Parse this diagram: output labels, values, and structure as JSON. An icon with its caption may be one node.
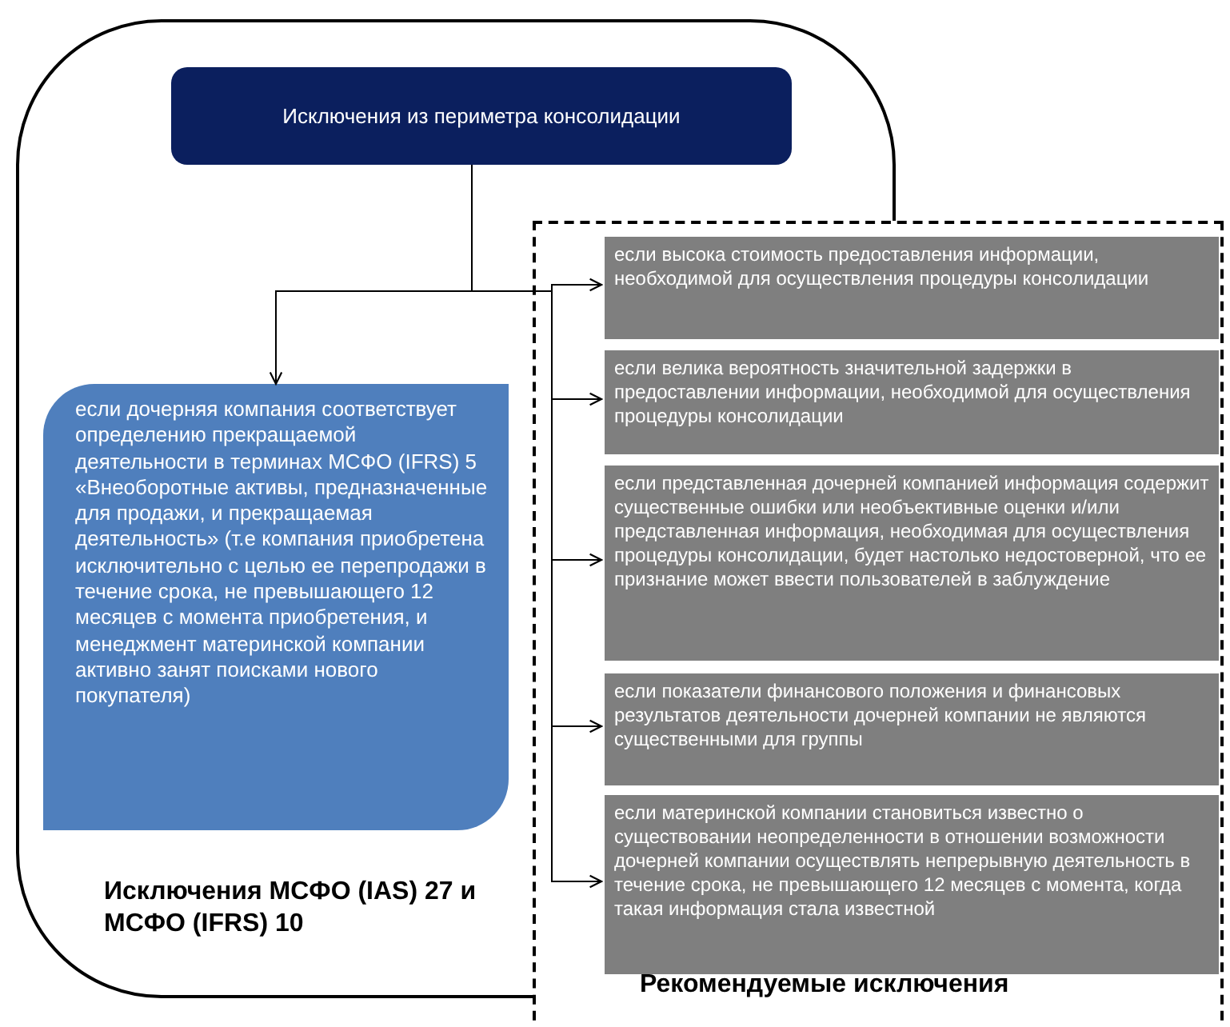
{
  "diagram": {
    "nodes": [
      {
        "text": [
          "Исключения МСФО (IAS) 27 и МСФО (IFRS) 10"
        ]
      },
      {
        "text": [
          "Исключения из периметра консолидации"
        ],
        "in": 0
      },
      {
        "text": [
          "если дочерняя компания соответствует определению прекращаемой деятельности в терминах МСФО (IFRS) 5 «Внеоборотные активы, предназначенные для продажи, и прекращаемая деятельность» (т.е компания приобретена исключительно с целью ее перепродажи в течение срока, не превышающего 12 месяцев с момента приобретения, и менеджмент материнской компании активно занят поисками нового покупателя)"
        ],
        "in": 0
      },
      {
        "text": [
          "Рекомендуемые исключения"
        ]
      },
      {
        "text": [
          "если высока стоимость предоставления информации, необходимой для осуществления процедуры консолидации"
        ],
        "in": 3
      },
      {
        "text": [
          "если велика вероятность значительной задержки в предоставлении информации, необходимой для осуществления процедуры консолидации"
        ],
        "in": 3
      },
      {
        "text": [
          "если представленная дочерней компанией информация содержит существенные ошибки или необъективные оценки и/или представленная информация, необходимая для осуществления процедуры консолидации, будет настолько недостоверной, что ее признание может ввести пользователей в заблуждение"
        ],
        "in": 3
      },
      {
        "text": [
          "если показатели финансового положения и финансовых результатов деятельности дочерней компании не являются существенными для группы"
        ],
        "in": 3
      },
      {
        "text": [
          "если материнской компании становиться известно о существовании неопределенности в отношении возможности дочерней компании осуществлять непрерывную деятельность в течение срока, не превышающего 12 месяцев с момента, когда такая информация стала известной"
        ],
        "in": 3
      }
    ],
    "edges": [
      {
        "from": 1,
        "to": 2,
        "arrow": "to"
      },
      {
        "from": 1,
        "to": 4,
        "arrow": "to"
      },
      {
        "from": 1,
        "to": 5,
        "arrow": "to"
      },
      {
        "from": 1,
        "to": 6,
        "arrow": "to"
      },
      {
        "from": 1,
        "to": 7,
        "arrow": "to"
      },
      {
        "from": 1,
        "to": 8,
        "arrow": "to"
      }
    ]
  }
}
